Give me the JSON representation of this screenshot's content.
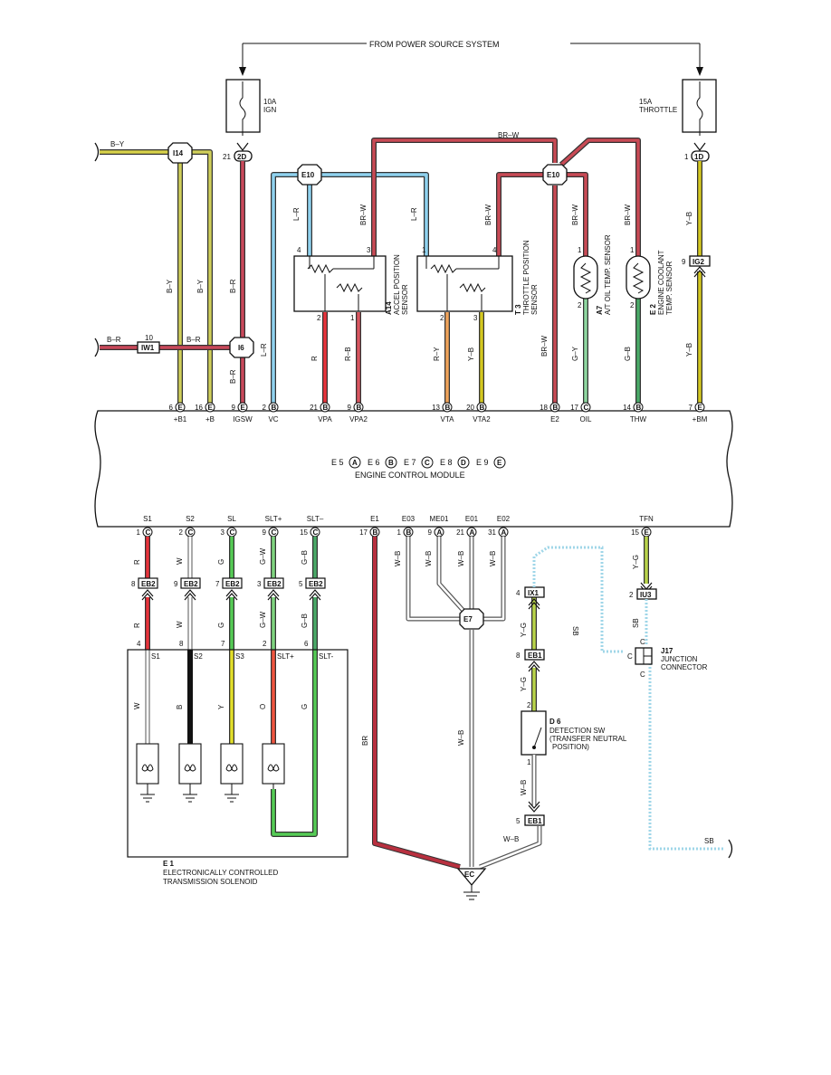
{
  "power": {
    "header": "FROM POWER SOURCE SYSTEM",
    "fuse_left": {
      "amp": "10A",
      "name": "IGN"
    },
    "fuse_right": {
      "amp": "15A",
      "name": "THROTTLE"
    },
    "conn_left": "2D",
    "pin_left": "21",
    "conn_right": "1D",
    "pin_right": "1"
  },
  "junctions": {
    "i14": "I14",
    "i6": "I6",
    "iw1": "IW1",
    "iw1_pin": "10",
    "e10_left": "E10",
    "e10_right": "E10",
    "e7": "E7",
    "ec": "EC",
    "ig2": "IG2",
    "ig2_pin": "9"
  },
  "wire_colors": {
    "by_top": "B–Y",
    "br_left": "B–R",
    "br_mid": "B–R",
    "by_v1": "B–Y",
    "by_v2": "B–Y",
    "br_v": "B–R",
    "br_v2": "B–R",
    "brw_top": "BR–W",
    "lr_1": "L–R",
    "lr_2": "L–R",
    "lr_vc": "L–R",
    "brw_a14": "BR–W",
    "brw_t3": "BR–W",
    "brw_a7": "BR–W",
    "brw_e2": "BR–W",
    "yb_top": "Y–B",
    "yb_bot": "Y–B",
    "r_vpa": "R",
    "rb_vpa2": "R–B",
    "ry_vta": "R–Y",
    "yb_vta2": "Y–B",
    "brw_e2pin": "BR–W",
    "gy_oil": "G–Y",
    "gb_thw": "G–B"
  },
  "sensors": {
    "a14_id": "A14",
    "a14_name": "ACCEL POSITION",
    "a14_name2": "SENSOR",
    "t3_id": "T 3",
    "t3_name": "THROTTLE POSITION",
    "t3_name2": "SENSOR",
    "a7_id": "A7",
    "a7_name": "A/T OIL TEMP. SENSOR",
    "e2_id": "E 2",
    "e2_name": "ENGINE COOLANT",
    "e2_name2": "TEMP. SENSOR",
    "a14_p4": "4",
    "a14_p3": "3",
    "a14_p2": "2",
    "a14_p1": "1",
    "t3_p1": "1",
    "t3_p4": "4",
    "t3_p2": "2",
    "t3_p3": "3",
    "a7_p1": "1",
    "a7_p2": "2",
    "e2_p1": "1",
    "e2_p2": "2"
  },
  "ecm": {
    "title": "ENGINE CONTROL MODULE",
    "connectors": [
      "E 5",
      "A",
      "E 6",
      "B",
      "E 7",
      "C",
      "E 8",
      "D",
      "E 9",
      "E"
    ],
    "top_pins": [
      {
        "num": "6",
        "conn": "E",
        "label": "+B1"
      },
      {
        "num": "16",
        "conn": "E",
        "label": "+B"
      },
      {
        "num": "9",
        "conn": "E",
        "label": "IGSW"
      },
      {
        "num": "2",
        "conn": "B",
        "label": "VC"
      },
      {
        "num": "21",
        "conn": "B",
        "label": "VPA"
      },
      {
        "num": "9",
        "conn": "B",
        "label": "VPA2"
      },
      {
        "num": "13",
        "conn": "B",
        "label": "VTA"
      },
      {
        "num": "20",
        "conn": "B",
        "label": "VTA2"
      },
      {
        "num": "18",
        "conn": "B",
        "label": "E2"
      },
      {
        "num": "17",
        "conn": "C",
        "label": "OIL"
      },
      {
        "num": "14",
        "conn": "B",
        "label": "THW"
      },
      {
        "num": "7",
        "conn": "E",
        "label": "+BM"
      }
    ],
    "bottom_pins": [
      {
        "num": "1",
        "conn": "C",
        "label": "S1"
      },
      {
        "num": "2",
        "conn": "C",
        "label": "S2"
      },
      {
        "num": "3",
        "conn": "C",
        "label": "SL"
      },
      {
        "num": "9",
        "conn": "C",
        "label": "SLT+"
      },
      {
        "num": "15",
        "conn": "C",
        "label": "SLT–"
      },
      {
        "num": "17",
        "conn": "B",
        "label": "E1"
      },
      {
        "num": "1",
        "conn": "B",
        "label": "E03"
      },
      {
        "num": "9",
        "conn": "A",
        "label": "ME01"
      },
      {
        "num": "21",
        "conn": "A",
        "label": "E01"
      },
      {
        "num": "31",
        "conn": "A",
        "label": "E02"
      },
      {
        "num": "15",
        "conn": "E",
        "label": "TFN"
      }
    ]
  },
  "lower": {
    "eb2_pins": [
      "8",
      "9",
      "7",
      "3",
      "5"
    ],
    "eb2": "EB2",
    "upper_wires": [
      "R",
      "W",
      "G",
      "G–W",
      "G–B"
    ],
    "lower_wires": [
      "R",
      "W",
      "G",
      "G–W",
      "G–B"
    ],
    "sol_pins": [
      "4",
      "8",
      "7",
      "2",
      "6"
    ],
    "sol_labels": [
      "S1",
      "S2",
      "S3",
      "SLT+",
      "SLT-"
    ],
    "sol_wires": [
      "W",
      "B",
      "Y",
      "O",
      "G"
    ],
    "solenoid_id": "E 1",
    "solenoid_name": "ELECTRONICALLY CONTROLLED",
    "solenoid_name2": "TRANSMISSION SOLENOID",
    "e1_wire": "BR",
    "gnd_wires": [
      "W–B",
      "W–B",
      "W–B",
      "W–B"
    ],
    "wb_main": "W–B",
    "ix1": "IX1",
    "ix1_pin": "4",
    "eb1": "EB1",
    "eb1_pin": "8",
    "eb1_b": "EB1",
    "eb1_b_pin": "5",
    "yg1": "Y–G",
    "yg2": "Y–G",
    "yg3": "Y–G",
    "wb_sw": "W–B",
    "wb_ec": "W–B",
    "iu3": "IU3",
    "iu3_pin": "2",
    "sb1": "SB",
    "sb2": "SB",
    "sb3": "SB",
    "d6_id": "D 6",
    "d6_name": "DETECTION SW",
    "d6_name2": "(TRANSFER NEUTRAL",
    "d6_name3": "POSITION)",
    "d6_p2": "2",
    "d6_p1": "1",
    "j17_id": "J17",
    "j17_name": "JUNCTION",
    "j17_name2": "CONNECTOR",
    "j17_c": "C"
  },
  "colors": {
    "by": "#d8d24a",
    "br": "#c9485a",
    "lr": "#7fc8ea",
    "brw": "#c94a55",
    "r": "#e8333b",
    "ry": "#f0a35a",
    "yb": "#d4c81f",
    "gy": "#8ed7a0",
    "gb": "#4aaa68",
    "g": "#55cc55",
    "w": "#999999",
    "yg": "#b9d44a",
    "sb": "#9fd6e8",
    "wb": "#777777",
    "e1br": "#b8303f",
    "o": "#f0553f"
  }
}
